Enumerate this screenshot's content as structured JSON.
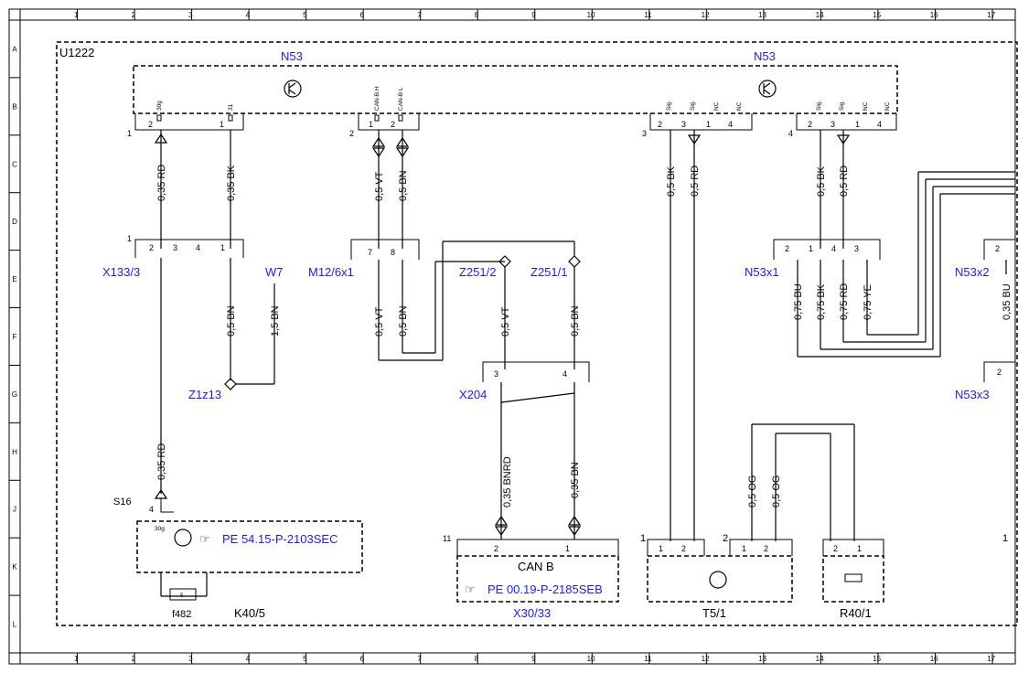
{
  "frame": {
    "columns": [
      "1",
      "2",
      "3",
      "4",
      "5",
      "6",
      "7",
      "8",
      "9",
      "10",
      "11",
      "12",
      "13",
      "14",
      "15",
      "16",
      "17"
    ],
    "rows": [
      "A",
      "B",
      "C",
      "D",
      "E",
      "F",
      "G",
      "H",
      "J",
      "K",
      "L"
    ]
  },
  "diagram_id": "U1222",
  "components": {
    "n53_left": "N53",
    "n53_right": "N53",
    "x133_3": "X133/3",
    "w7": "W7",
    "m12_6x1": "M12/6x1",
    "z251_2": "Z251/2",
    "z251_1": "Z251/1",
    "n53x1": "N53x1",
    "n53x2": "N53x2",
    "n53x3": "N53x3",
    "z1z13": "Z1z13",
    "x204": "X204",
    "s16": "S16",
    "f482": "f482",
    "k40_5": "K40/5",
    "x30_33": "X30/33",
    "t5_1": "T5/1",
    "r40_1": "R40/1",
    "can_b": "CAN B"
  },
  "references": {
    "k40_5_ref": "PE 54.15-P-2103SEC",
    "x30_33_ref": "PE 00.19-P-2185SEB"
  },
  "connector_numbers": {
    "c1": "1",
    "c2": "2",
    "c3": "3",
    "c4": "4",
    "x133": "1",
    "x30": "11",
    "t5": "1",
    "r40": "2",
    "right": "1"
  },
  "pin_labels": {
    "p30g": "30g",
    "p31": "31",
    "canbh": "CAN-B H",
    "canbl": "CAN-B L",
    "sig": "Sig.",
    "nc": "NC",
    "s16_30g": "30g"
  },
  "pins": {
    "n53_1": [
      "2",
      "1"
    ],
    "n53_2": [
      "1",
      "2"
    ],
    "n53_3": [
      "2",
      "3",
      "1",
      "4"
    ],
    "n53_4": [
      "2",
      "3",
      "1",
      "4"
    ],
    "x133": [
      "2",
      "3",
      "4",
      "1"
    ],
    "m12": [
      "7",
      "8"
    ],
    "x204": [
      "3",
      "4"
    ],
    "n53x1": [
      "2",
      "1",
      "4",
      "3"
    ],
    "n53x2": "2",
    "n53x3": "2",
    "s16": "4",
    "fuse": "5",
    "x30": [
      "2",
      "1"
    ],
    "t5a": [
      "1",
      "2"
    ],
    "t5b": [
      "1",
      "2"
    ],
    "r40": [
      "2",
      "1"
    ]
  },
  "wires": {
    "w035rd": "0,35 RD",
    "w035bk": "0,35 BK",
    "w05vt": "0,5 VT",
    "w05bn": "0,5 BN",
    "w05bn_x133": "0,5 BN",
    "w15bn": "1,5 BN",
    "w05vt_b": "0,5 VT",
    "w05bn_b": "0,5 BN",
    "w05vt_z": "0,5 VT",
    "w05bn_z": "0,5 BN",
    "w05bk_3": "0,5 BK",
    "w05rd_3": "0,5 RD",
    "w05bk_4": "0,5 BK",
    "w05rd_4": "0,5 RD",
    "w075bu": "0,75 BU",
    "w075bk": "0,75 BK",
    "w075rd": "0,75 RD",
    "w075ye": "0,75 YE",
    "w035bu": "0,35 BU",
    "w035rd_s16": "0,35 RD",
    "w035bnrd": "0,35 BNRD",
    "w035bn": "0,35 BN",
    "w05og_a": "0,5 OG",
    "w05og_b": "0,5 OG"
  }
}
